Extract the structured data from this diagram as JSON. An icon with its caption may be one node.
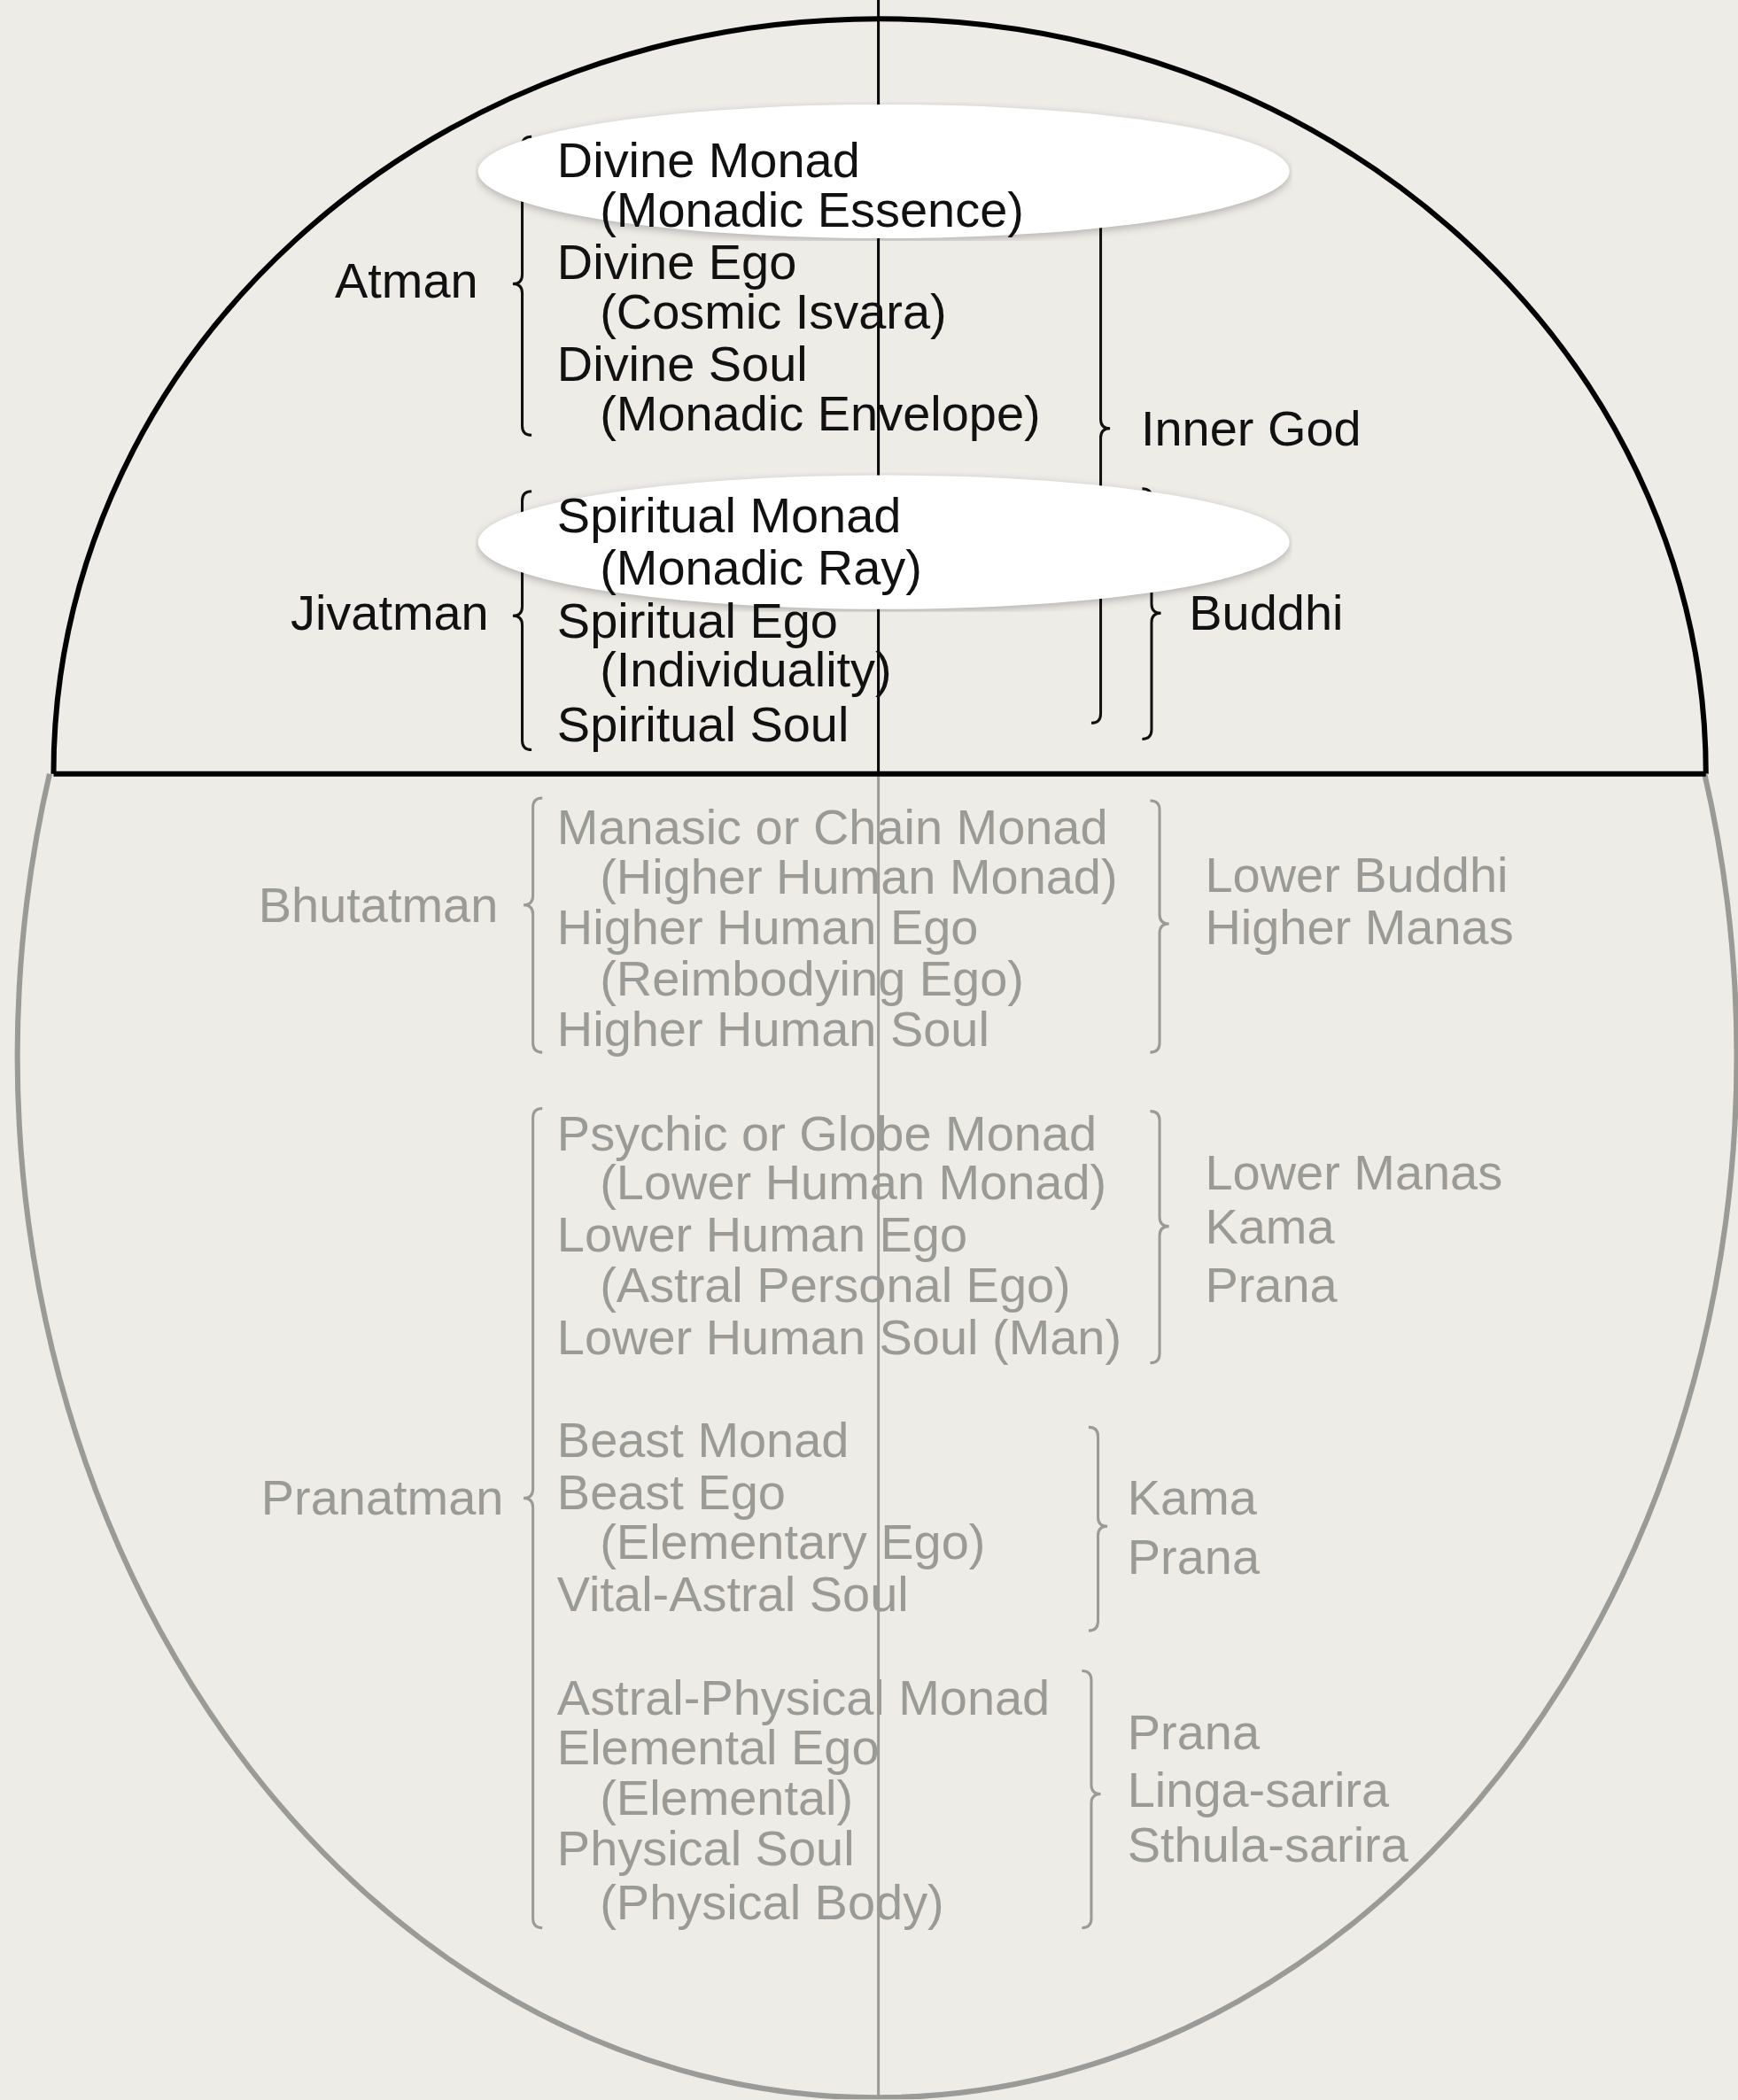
{
  "diagram": {
    "nodes": [
      {
        "text": [
          "Divine Monad",
          "(Monadic Essence)"
        ]
      },
      {
        "text": [
          "Spiritual Monad",
          "(Monadic Ray)"
        ]
      }
    ],
    "labels": [
      "Atman",
      "Divine Ego",
      "(Cosmic Isvara)",
      "Divine Soul",
      "(Monadic Envelope)",
      "Inner God",
      "Jivatman",
      "Spiritual Ego",
      "(Individuality)",
      "Spiritual Soul",
      "Buddhi",
      "Bhutatman",
      "Manasic or Chain Monad",
      "(Higher Human Monad)",
      "Higher Human Ego",
      "(Reimbodying Ego)",
      "Higher Human Soul",
      "Lower Buddhi",
      "Higher Manas",
      "Psychic or Globe Monad",
      "(Lower Human Monad)",
      "Lower Human Ego",
      "(Astral Personal Ego)",
      "Lower Human Soul (Man)",
      "Lower Manas",
      "Kama",
      "Prana",
      "Pranatman",
      "Beast Monad",
      "Beast Ego",
      "(Elementary Ego)",
      "Vital-Astral Soul",
      "Kama",
      "Prana",
      "Astral-Physical Monad",
      "Elemental Ego",
      "(Elemental)",
      "Physical Soul",
      "(Physical Body)",
      "Prana",
      "Linga-sarira",
      "Sthula-sarira"
    ]
  }
}
